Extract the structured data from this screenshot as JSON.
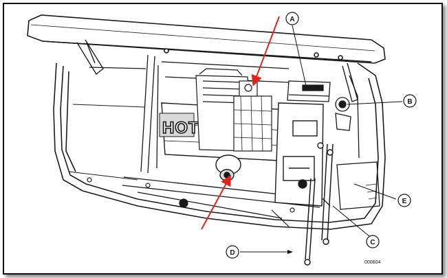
{
  "diagram": {
    "hot_label": "HOT",
    "figure_code": "000604",
    "callouts": [
      {
        "id": "callout-a",
        "letter": "A"
      },
      {
        "id": "callout-b",
        "letter": "B"
      },
      {
        "id": "callout-c",
        "letter": "C"
      },
      {
        "id": "callout-d",
        "letter": "D"
      },
      {
        "id": "callout-e",
        "letter": "E"
      }
    ],
    "colors": {
      "frame": "#111111",
      "line": "#1a1a1a",
      "arrow_red": "#e0241b",
      "shade": "#d9d9d9"
    }
  }
}
